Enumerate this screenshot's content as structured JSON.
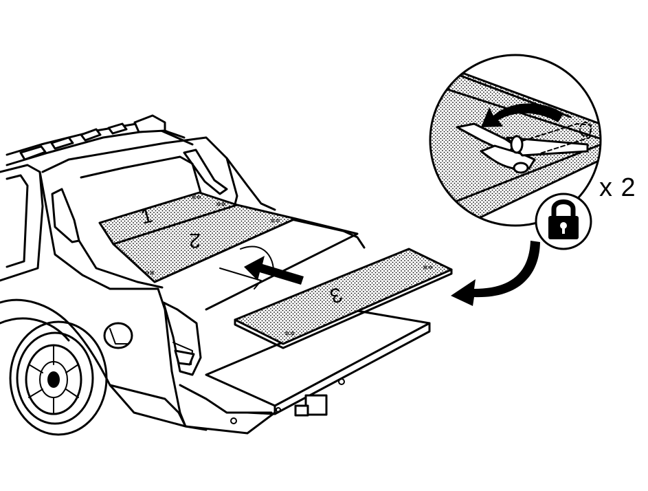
{
  "illustration": {
    "quantity_label": "x 2",
    "panel_numbers": [
      "1",
      "2",
      "3"
    ],
    "icons": [
      "lock-icon",
      "curved-arrow-icon",
      "push-arrow-icon",
      "latch-detail-icon"
    ],
    "colors": {
      "line": "#000000",
      "background": "#ffffff",
      "panel_dots": "#000000"
    }
  }
}
